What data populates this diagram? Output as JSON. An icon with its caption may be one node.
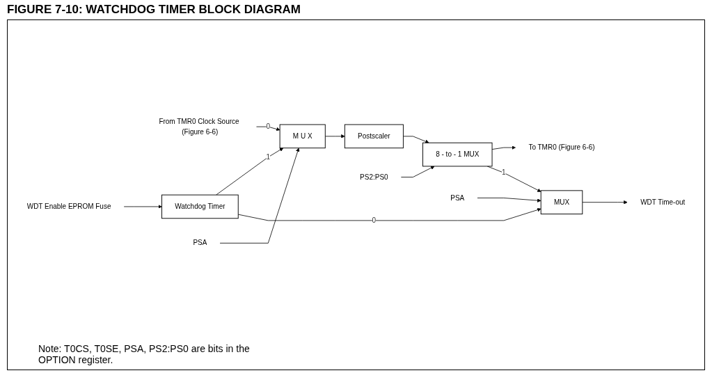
{
  "diagram": {
    "title": "FIGURE 7-10: WATCHDOG TIMER BLOCK DIAGRAM",
    "nodes": [
      {
        "text": [
          "From TMR0 Clock Source (Figure 6-6)"
        ]
      },
      {
        "text": [
          "Watchdog Timer"
        ]
      },
      {
        "text": [
          "M U X"
        ]
      },
      {
        "text": [
          "Postscaler"
        ]
      },
      {
        "text": [
          "8 - to - 1 MUX"
        ]
      },
      {
        "text": [
          "WDT Enable EPROM Fuse"
        ]
      },
      {
        "text": [
          "PSA"
        ]
      },
      {
        "text": [
          "PS2:PS0"
        ]
      },
      {
        "text": [
          "To TMR0 (Figure 6-6)"
        ]
      },
      {
        "text": [
          "MUX"
        ]
      },
      {
        "text": [
          "PSA"
        ]
      },
      {
        "text": [
          "WDT Time-out"
        ]
      }
    ],
    "edges": [
      {
        "from": 0,
        "to": 2,
        "arrow": "to",
        "label": "0"
      },
      {
        "from": 1,
        "to": 2,
        "arrow": "to",
        "label": "1"
      },
      {
        "from": 1,
        "to": 9,
        "arrow": "to",
        "label": "0"
      },
      {
        "from": 2,
        "to": 3,
        "arrow": "to"
      },
      {
        "from": 3,
        "to": 4,
        "arrow": "to"
      },
      {
        "from": 5,
        "to": 1,
        "arrow": "to"
      },
      {
        "from": 6,
        "to": 2,
        "arrow": "to"
      },
      {
        "from": 7,
        "to": 4,
        "arrow": "to"
      },
      {
        "from": 4,
        "to": 8,
        "arrow": "to"
      },
      {
        "from": 4,
        "to": 9,
        "arrow": "to",
        "label": "1"
      },
      {
        "from": 10,
        "to": 9,
        "arrow": "to"
      },
      {
        "from": 9,
        "to": 11,
        "arrow": "to"
      }
    ],
    "labels": [
      "Note: T0CS, T0SE, PSA, PS2:PS0 are bits in the OPTION register."
    ]
  }
}
